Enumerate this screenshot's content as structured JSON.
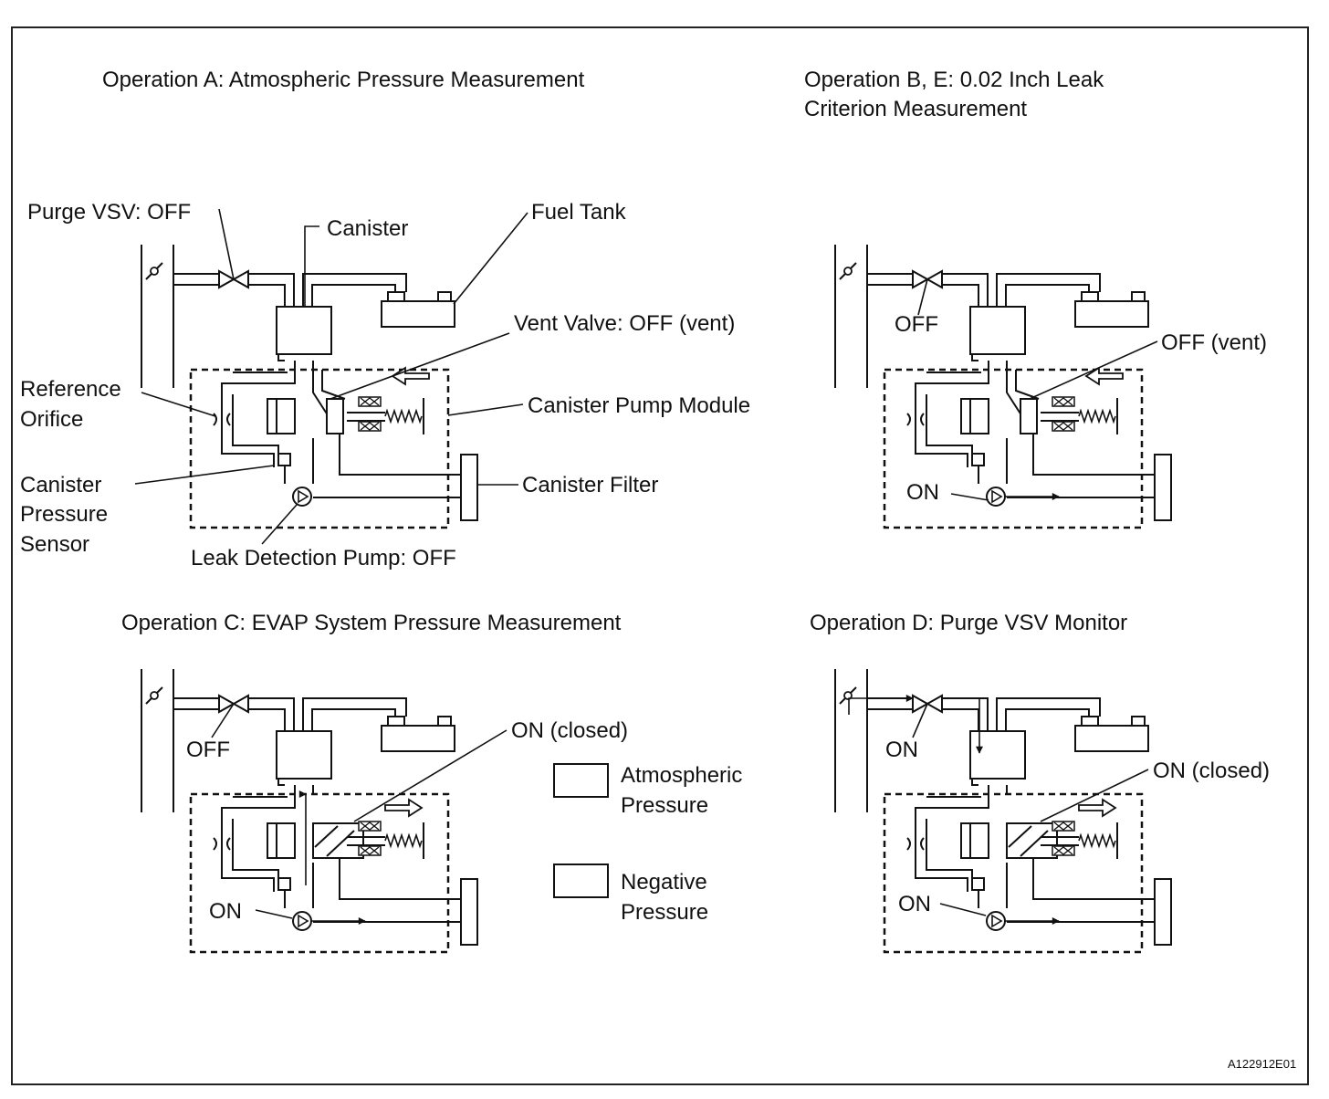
{
  "panels": {
    "a": {
      "title": "Operation A: Atmospheric Pressure Measurement",
      "labels": {
        "purge_vsv": "Purge VSV: OFF",
        "canister": "Canister",
        "fuel_tank": "Fuel Tank",
        "vent_valve": "Vent Valve: OFF (vent)",
        "reference_1": "Reference",
        "reference_2": "Orifice",
        "pump_module": "Canister Pump Module",
        "sensor_1": "Canister",
        "sensor_2": "Pressure",
        "sensor_3": "Sensor",
        "filter": "Canister Filter",
        "leak_pump": "Leak Detection Pump: OFF"
      }
    },
    "b": {
      "title_1": "Operation B, E: 0.02 Inch Leak",
      "title_2": "Criterion Measurement",
      "labels": {
        "vsv": "OFF",
        "vent": "OFF (vent)",
        "pump": "ON"
      }
    },
    "c": {
      "title": "Operation C: EVAP System Pressure Measurement",
      "labels": {
        "vsv": "OFF",
        "vent": "ON (closed)",
        "pump": "ON"
      }
    },
    "d": {
      "title": "Operation D: Purge VSV Monitor",
      "labels": {
        "vsv": "ON",
        "vent": "ON (closed)",
        "pump": "ON"
      }
    }
  },
  "legend": {
    "atm_1": "Atmospheric",
    "atm_2": "Pressure",
    "neg_1": "Negative",
    "neg_2": "Pressure"
  },
  "figure_id": "A122912E01"
}
